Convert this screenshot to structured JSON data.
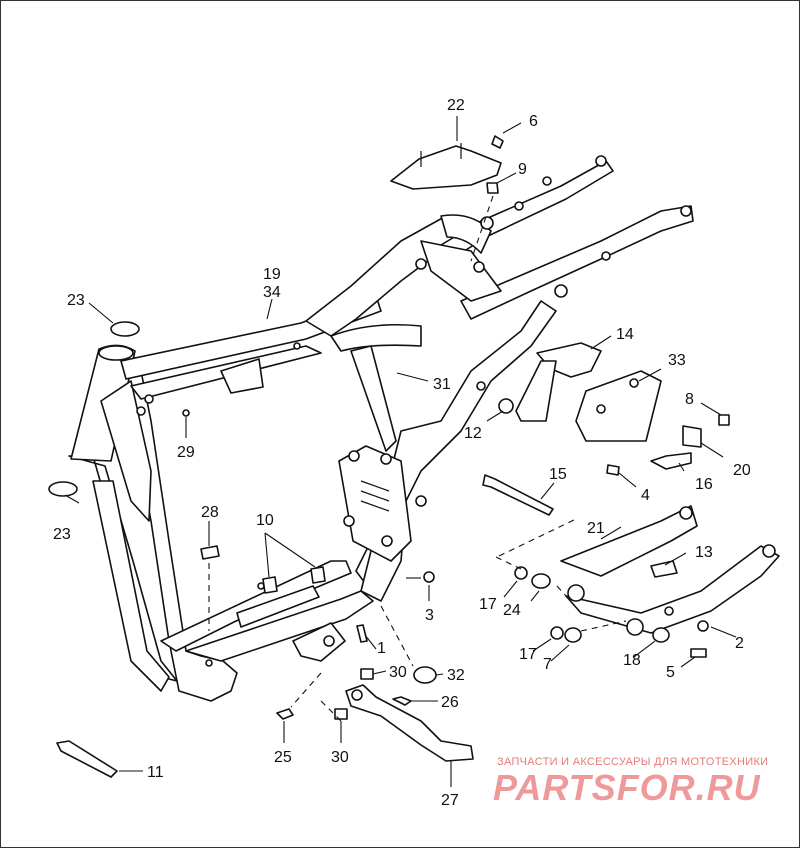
{
  "callouts": [
    {
      "id": "c22",
      "text": "22"
    },
    {
      "id": "c6",
      "text": "6"
    },
    {
      "id": "c9",
      "text": "9"
    },
    {
      "id": "c19",
      "text": "19"
    },
    {
      "id": "c34",
      "text": "34"
    },
    {
      "id": "c23a",
      "text": "23"
    },
    {
      "id": "c14",
      "text": "14"
    },
    {
      "id": "c33",
      "text": "33"
    },
    {
      "id": "c31",
      "text": "31"
    },
    {
      "id": "c29",
      "text": "29"
    },
    {
      "id": "c8",
      "text": "8"
    },
    {
      "id": "c12",
      "text": "12"
    },
    {
      "id": "c20",
      "text": "20"
    },
    {
      "id": "c16",
      "text": "16"
    },
    {
      "id": "c4",
      "text": "4"
    },
    {
      "id": "c15",
      "text": "15"
    },
    {
      "id": "c23b",
      "text": "23"
    },
    {
      "id": "c28",
      "text": "28"
    },
    {
      "id": "c10",
      "text": "10"
    },
    {
      "id": "c21",
      "text": "21"
    },
    {
      "id": "c13",
      "text": "13"
    },
    {
      "id": "c3",
      "text": "3"
    },
    {
      "id": "c17a",
      "text": "17"
    },
    {
      "id": "c24",
      "text": "24"
    },
    {
      "id": "c2",
      "text": "2"
    },
    {
      "id": "c1",
      "text": "1"
    },
    {
      "id": "c17b",
      "text": "17"
    },
    {
      "id": "c7",
      "text": "7"
    },
    {
      "id": "c18",
      "text": "18"
    },
    {
      "id": "c30a",
      "text": "30"
    },
    {
      "id": "c32",
      "text": "32"
    },
    {
      "id": "c5",
      "text": "5"
    },
    {
      "id": "c26",
      "text": "26"
    },
    {
      "id": "c25",
      "text": "25"
    },
    {
      "id": "c30b",
      "text": "30"
    },
    {
      "id": "c11",
      "text": "11"
    },
    {
      "id": "c27",
      "text": "27"
    }
  ],
  "watermark": {
    "tagline": "ЗАПЧАСТИ И АКСЕССУАРЫ ДЛЯ МОТОТЕХНИКИ",
    "brand": "PARTSFOR.RU"
  }
}
